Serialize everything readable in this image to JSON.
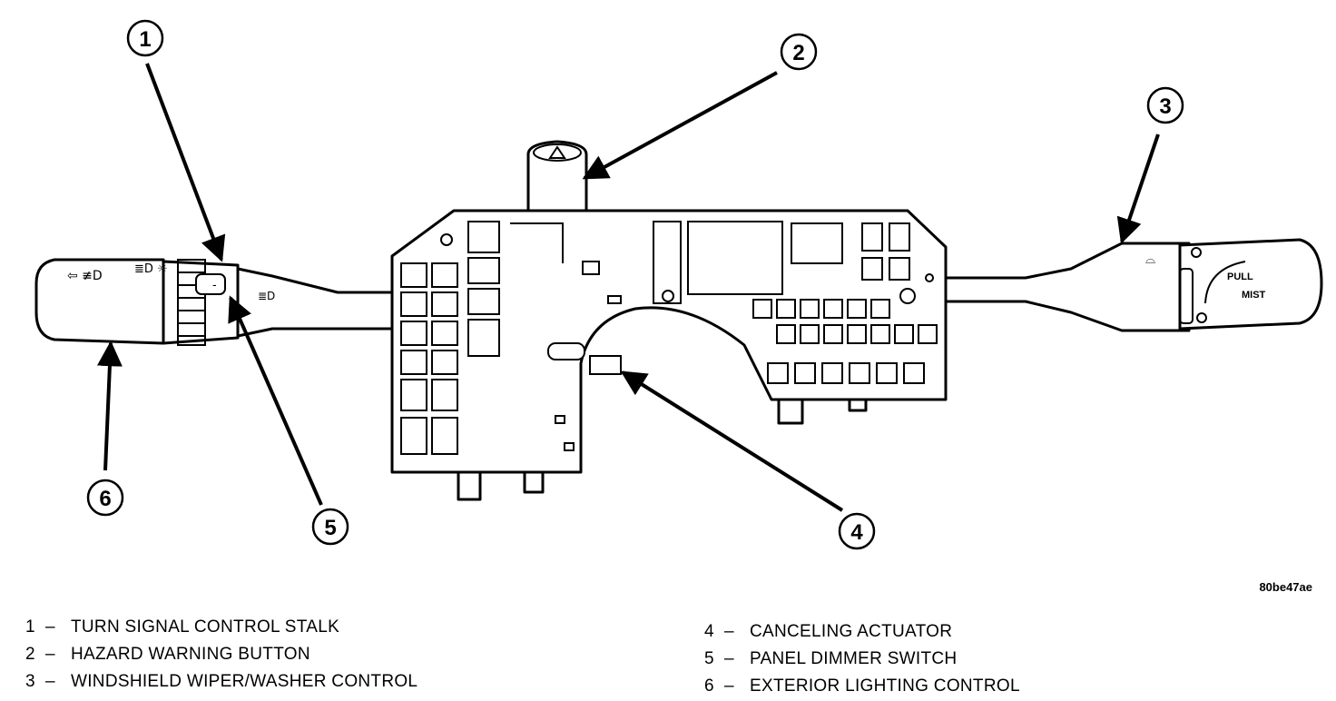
{
  "figure_id": "80be47ae",
  "callouts": [
    "1",
    "2",
    "3",
    "4",
    "5",
    "6"
  ],
  "stalk_labels": {
    "wiper_pull": "PULL",
    "wiper_mist": "MIST"
  },
  "legend": [
    {
      "num": "1",
      "dash": "–",
      "text": "TURN SIGNAL CONTROL STALK"
    },
    {
      "num": "2",
      "dash": "–",
      "text": "HAZARD WARNING BUTTON"
    },
    {
      "num": "3",
      "dash": "–",
      "text": "WINDSHIELD WIPER/WASHER CONTROL"
    },
    {
      "num": "4",
      "dash": "–",
      "text": "CANCELING ACTUATOR"
    },
    {
      "num": "5",
      "dash": "–",
      "text": "PANEL DIMMER SWITCH"
    },
    {
      "num": "6",
      "dash": "–",
      "text": "EXTERIOR LIGHTING CONTROL"
    }
  ]
}
